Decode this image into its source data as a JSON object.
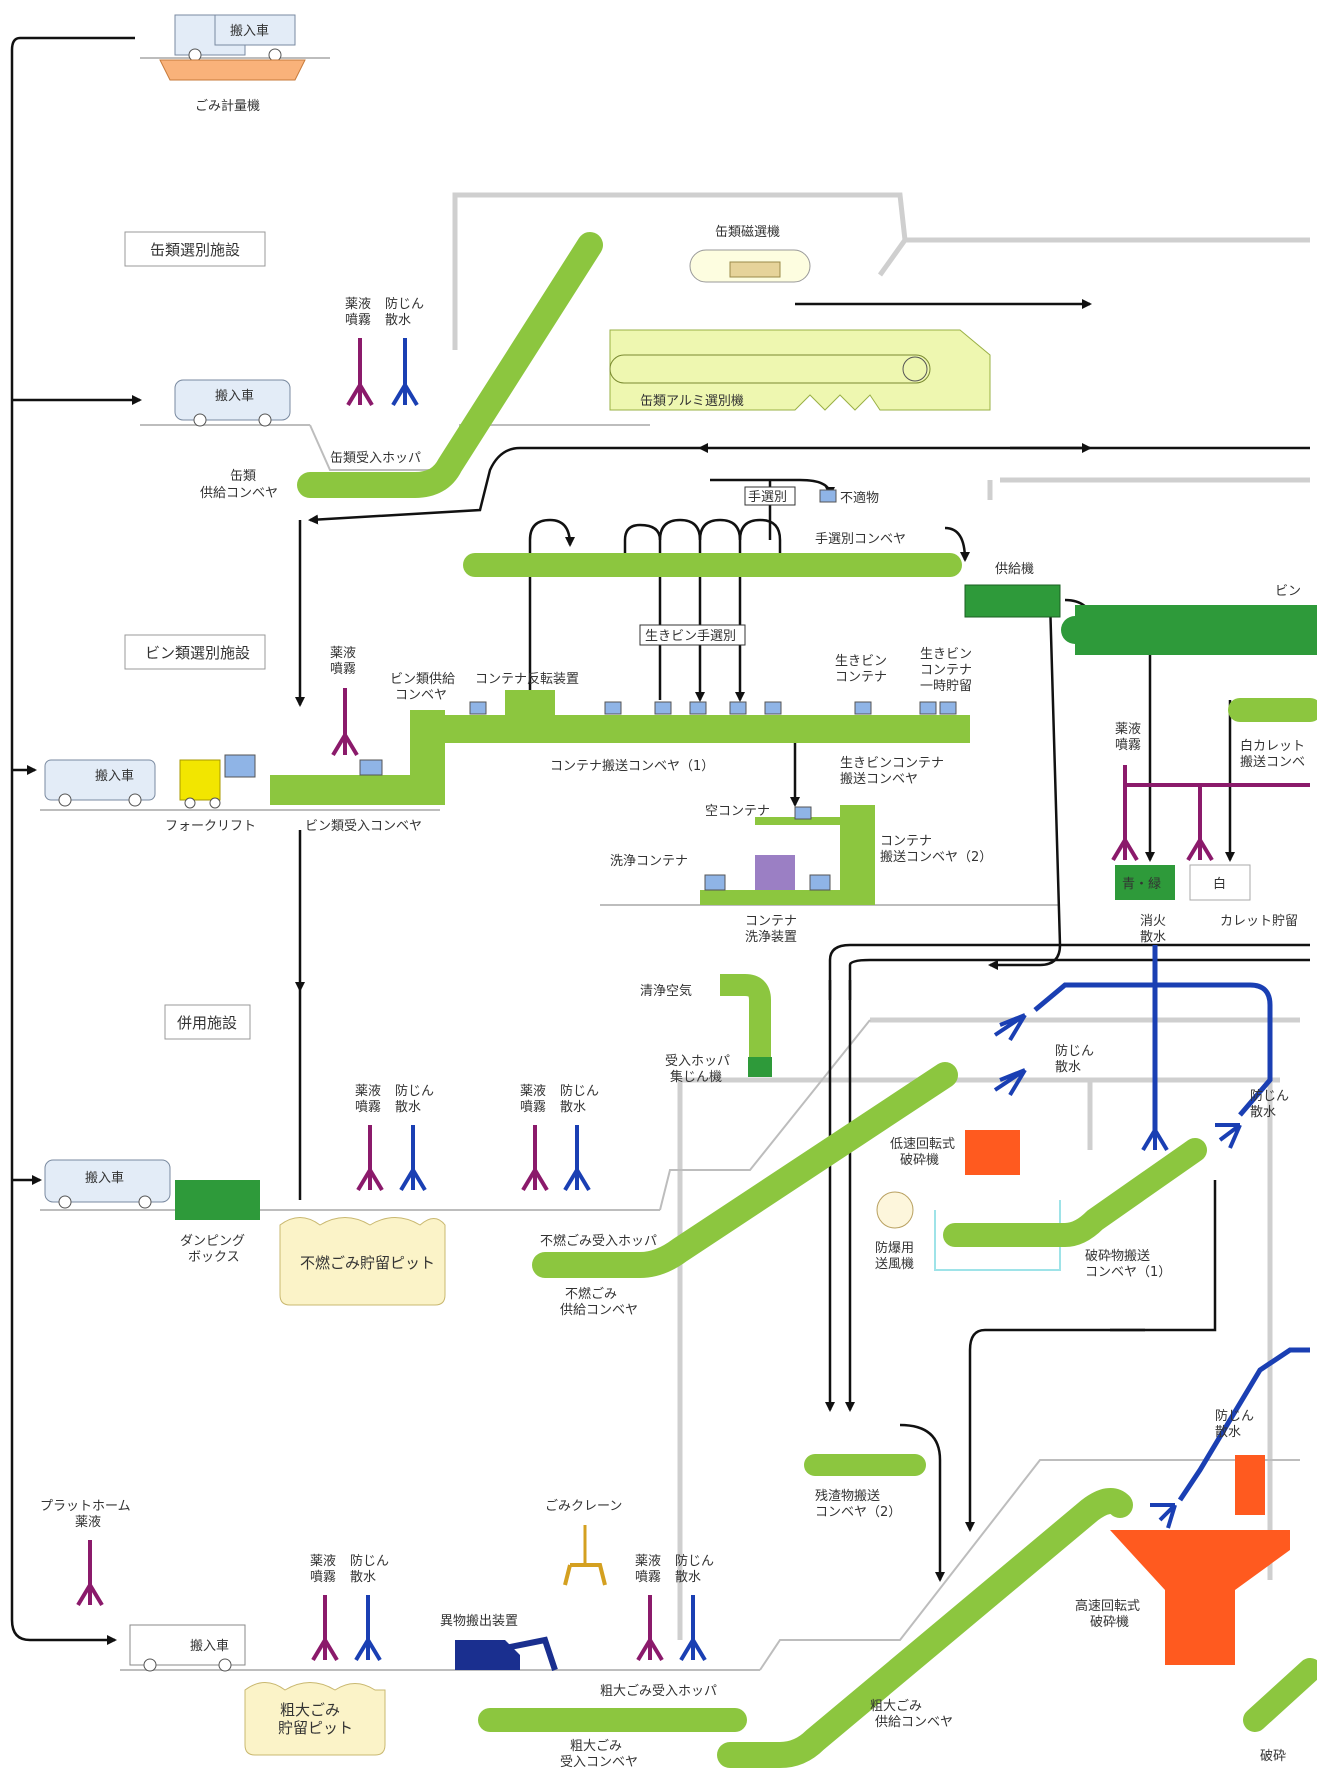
{
  "colors": {
    "conveyor_green": "#8cc63f",
    "dark_green": "#2e9a3a",
    "gray_line": "#c8c8c8",
    "purple": "#8b1a6b",
    "blue": "#1a3fb3",
    "orange_red": "#ff5a1f",
    "light_yellow": "#eef7b0",
    "pit_fill": "#fbf3c8",
    "truck_blue": "#e3ecf7",
    "forklift_yellow": "#f2e600",
    "container_blue": "#8fb4e6",
    "container_purple": "#9b7fc4",
    "light_cyan": "#9ee3e8"
  },
  "sections": {
    "can": "缶類選別施設",
    "bottle": "ビン類選別施設",
    "shared": "併用施設"
  },
  "labels": {
    "truck": "搬入車",
    "scale": "ごみ計量機",
    "can_magnet": "缶類磁選機",
    "can_aluminum": "缶類アルミ選別機",
    "can_hopper": "缶類受入ホッパ",
    "can_supply_1": "缶類",
    "can_supply_2": "供給コンベヤ",
    "chem_1": "薬液",
    "chem_2": "噴霧",
    "dust_1": "防じん",
    "dust_2": "散水",
    "hand_sort": "手選別",
    "unsuitable": "不適物",
    "hand_conveyor": "手選別コンベヤ",
    "feeder": "供給機",
    "bottle_cut": "ビン",
    "live_bottle_sort": "生きビン手選別",
    "bottle_supply_1": "ビン類供給",
    "bottle_supply_2": "コンベヤ",
    "container_flip": "コンテナ反転装置",
    "live_container_1": "生きビン",
    "live_container_2": "コンテナ",
    "live_temp_1": "生きビン",
    "live_temp_2": "コンテナ",
    "live_temp_3": "一時貯留",
    "container_conv1": "コンテナ搬送コンベヤ（1）",
    "live_conv_1": "生きビンコンテナ",
    "live_conv_2": "搬送コンベヤ",
    "forklift": "フォークリフト",
    "bottle_receive": "ビン類受入コンベヤ",
    "empty_container": "空コンテナ",
    "wash_container": "洗浄コンテナ",
    "container_conv2_1": "コンテナ",
    "container_conv2_2": "搬送コンベヤ（2）",
    "container_washer_1": "コンテナ",
    "container_washer_2": "洗浄装置",
    "cullet_1": "白カレット",
    "cullet_2": "搬送コンベ",
    "blue_green": "青・緑",
    "white": "白",
    "cullet_storage": "カレット貯留",
    "fire_1": "消火",
    "fire_2": "散水",
    "clean_air": "清浄空気",
    "dust_collector_1": "受入ホッパ",
    "dust_collector_2": "集じん機",
    "slow_crusher_1": "低速回転式",
    "slow_crusher_2": "破砕機",
    "blower_1": "防爆用",
    "blower_2": "送風機",
    "crushed_conv_1": "破砕物搬送",
    "crushed_conv_2": "コンベヤ（1）",
    "dumping_1": "ダンピング",
    "dumping_2": "ボックス",
    "noncomb_pit": "不燃ごみ貯留ピット",
    "noncomb_hopper": "不燃ごみ受入ホッパ",
    "noncomb_supply_1": "不燃ごみ",
    "noncomb_supply_2": "供給コンベヤ",
    "residue_conv_1": "残渣物搬送",
    "residue_conv_2": "コンベヤ（2）",
    "platform_1": "プラットホーム",
    "platform_2": "薬液",
    "crane": "ごみクレーン",
    "foreign": "異物搬出装置",
    "high_crusher_1": "高速回転式",
    "high_crusher_2": "破砕機",
    "bulky_pit_1": "粗大ごみ",
    "bulky_pit_2": "貯留ピット",
    "bulky_hopper": "粗大ごみ受入ホッパ",
    "bulky_receive_1": "粗大ごみ",
    "bulky_receive_2": "受入コンベヤ",
    "bulky_supply_1": "粗大ごみ",
    "bulky_supply_2": "供給コンベヤ",
    "crush_cut": "破砕"
  }
}
